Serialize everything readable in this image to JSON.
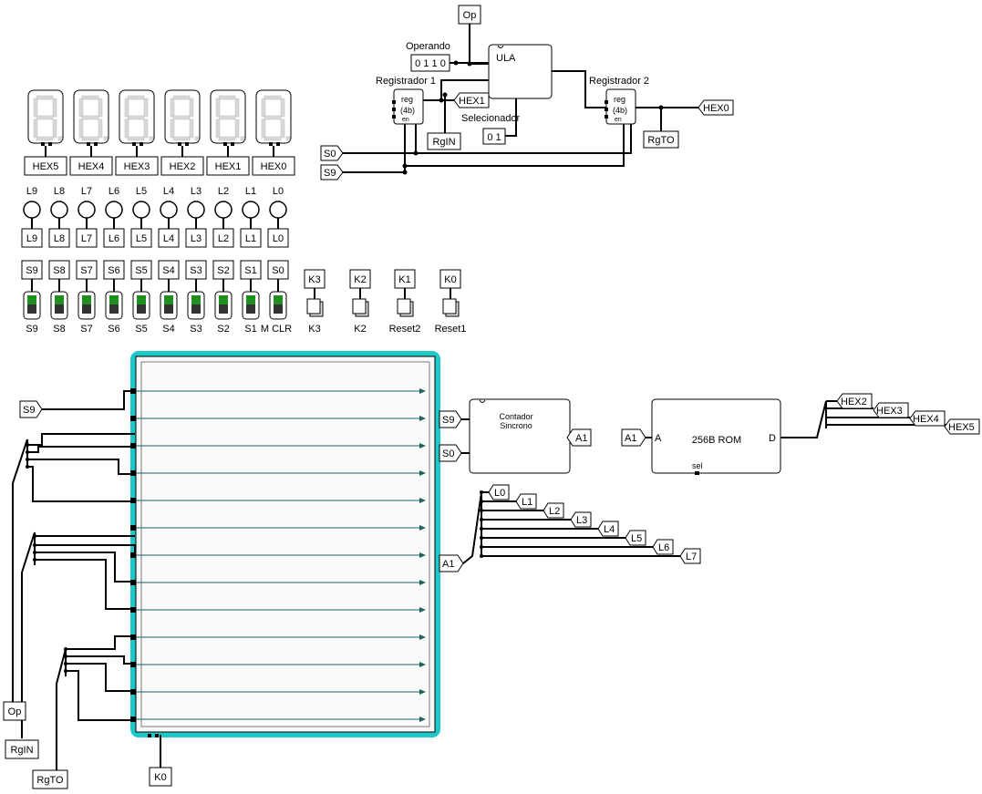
{
  "hex_displays": [
    "HEX5",
    "HEX4",
    "HEX3",
    "HEX2",
    "HEX1",
    "HEX0"
  ],
  "leds": [
    "L9",
    "L8",
    "L7",
    "L6",
    "L5",
    "L4",
    "L3",
    "L2",
    "L1",
    "L0"
  ],
  "switches": {
    "tags": [
      "S9",
      "S8",
      "S7",
      "S6",
      "S5",
      "S4",
      "S3",
      "S2",
      "S1",
      "S0"
    ],
    "labels": [
      "S9",
      "S8",
      "S7",
      "S6",
      "S5",
      "S4",
      "S3",
      "S2",
      "S1",
      "M CLR"
    ]
  },
  "buttons": {
    "tags": [
      "K3",
      "K2",
      "K1",
      "K0"
    ],
    "labels": [
      "K3",
      "K2",
      "Reset2",
      "Reset1"
    ]
  },
  "alu_circuit": {
    "op_tag": "Op",
    "operando_label": "Operando",
    "operando_value": "0 1 1 0",
    "ula_label": "ULA",
    "reg1_label": "Registrador 1",
    "reg2_label": "Registrador 2",
    "reg_text": "reg",
    "reg_width": "(4b)",
    "reg_en": "en",
    "hex1_tag": "HEX1",
    "hex0_tag": "HEX0",
    "rgin_tag": "RgIN",
    "rgto_tag": "RgTO",
    "selecionador_label": "Selecionador",
    "selecionador_value": "0 1",
    "s0_tag": "S0",
    "s9_tag": "S9"
  },
  "counter": {
    "title_line1": "Contador",
    "title_line2": "Sincrono",
    "s9_tag": "S9",
    "s0_tag": "S0",
    "out_tag": "A1"
  },
  "rom": {
    "label": "256B ROM",
    "addr_port": "A",
    "data_port": "D",
    "sel_port": "sel",
    "in_tag": "A1",
    "out_tags": [
      "HEX2",
      "HEX3",
      "HEX4",
      "HEX5"
    ]
  },
  "led_splitter": {
    "in_tag": "A1",
    "out_tags": [
      "L0",
      "L1",
      "L2",
      "L3",
      "L4",
      "L5",
      "L6",
      "L7"
    ]
  },
  "fsm_block": {
    "inputs_left": [
      "S9",
      "Op",
      "RgIN",
      "RgTO"
    ],
    "bottom_tag": "K0"
  },
  "colors": {
    "fsm_border": "#1fc8c8",
    "switch_green": "#1f8f1f",
    "segment_off": "#d8d8d8",
    "arrow_teal": "#1f5f5f"
  }
}
